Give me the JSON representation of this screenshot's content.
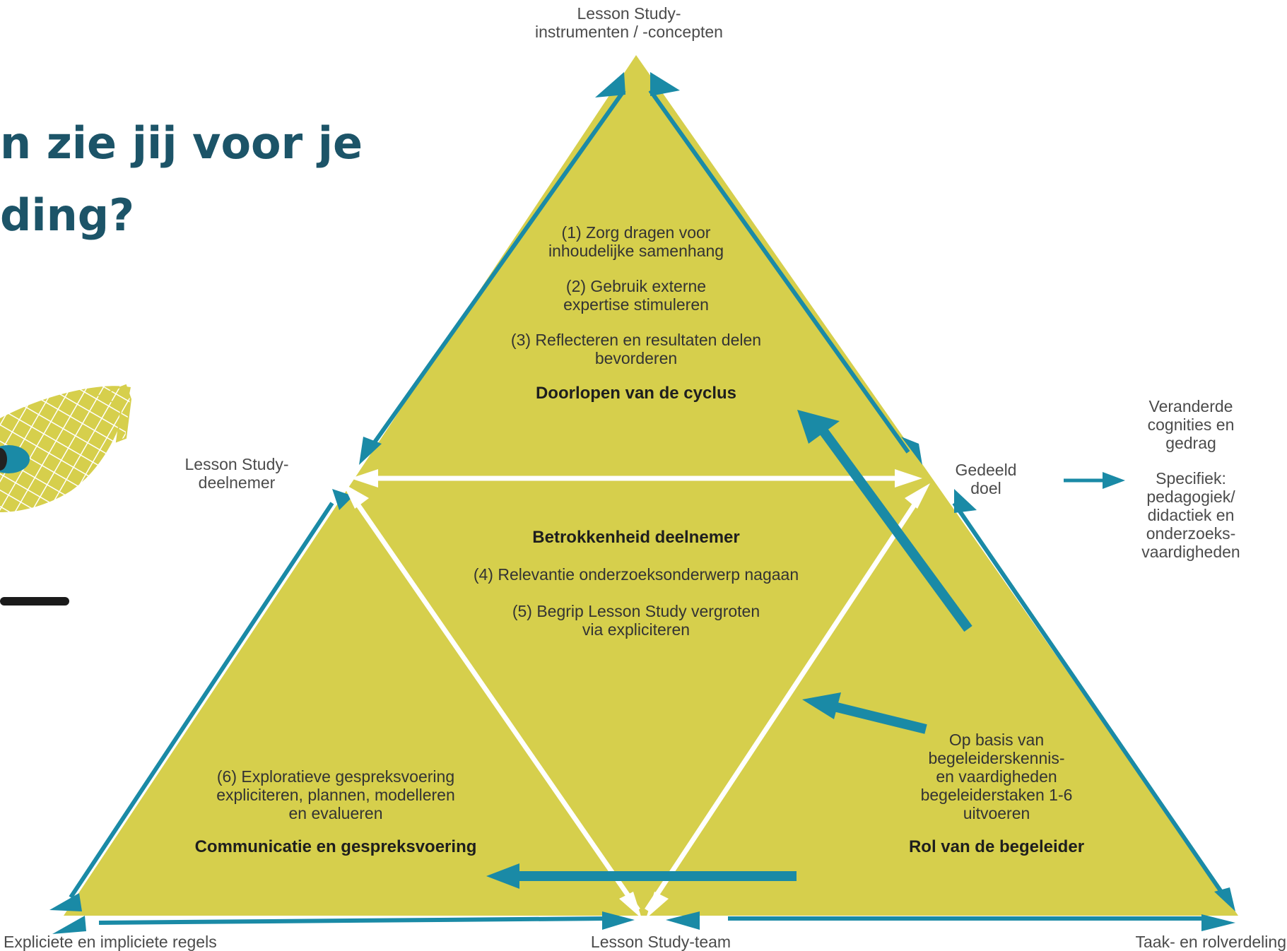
{
  "slide": {
    "heading_line1": "n zie jij voor je",
    "heading_line2": "ding?"
  },
  "colors": {
    "fill": "#d6cf4c",
    "accent": "#1a8aa6",
    "heading": "#1c5468",
    "inner_lines": "#ffffff"
  },
  "icons": {
    "decoration": "glasses-icon"
  },
  "diagram": {
    "top_label": "Lesson Study-\ninstrumenten / -concepten",
    "left_mid_label": "Lesson Study-\ndeelnemer",
    "right_mid_label": "Gedeeld\ndoel",
    "bottom_left_label": "Expliciete en impliciete regels",
    "bottom_center_label": "Lesson Study-team",
    "bottom_right_label": "Taak- en rolverdeling",
    "outcome_label": "Veranderde\ncognities en\ngedrag",
    "outcome_specific": "Specifiek:\npedagogiek/\ndidactiek en\nonderzoeks-\nvaardigheden",
    "top_section": {
      "item1": "(1) Zorg dragen voor\ninhoudelijke samenhang",
      "item2": "(2) Gebruik externe\nexpertise stimuleren",
      "item3": "(3) Reflecteren en resultaten delen\nbevorderen",
      "title": "Doorlopen van de cyclus"
    },
    "middle_section": {
      "title": "Betrokkenheid deelnemer",
      "item4": "(4) Relevantie onderzoeksonderwerp nagaan",
      "item5": "(5) Begrip Lesson Study vergroten\nvia expliciteren"
    },
    "left_section": {
      "item6": "(6) Exploratieve gespreksvoering\nexpliciteren, plannen, modelleren\nen evalueren",
      "title": "Communicatie en gespreksvoering"
    },
    "right_section": {
      "basis": "Op basis van\nbegeleiderskennis-\nen vaardigheden\nbegeleiderstaken 1-6\nuitvoeren",
      "title": "Rol van de begeleider"
    }
  }
}
